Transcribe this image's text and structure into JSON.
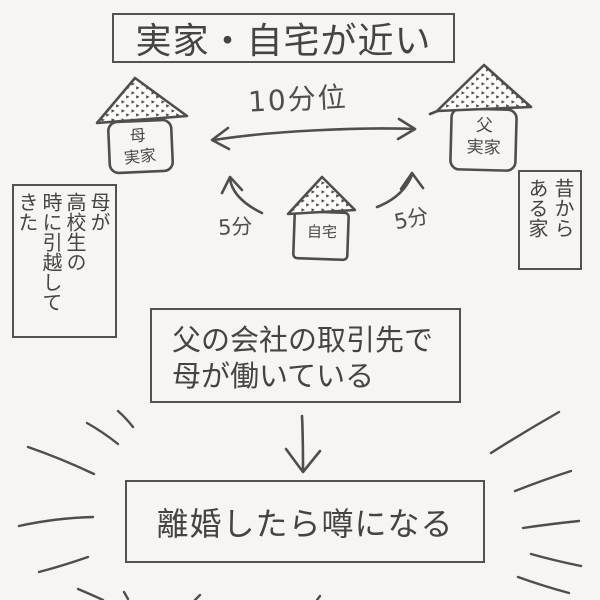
{
  "colors": {
    "background": "#f7f5f1",
    "ink": "#4f4e4c"
  },
  "title": "実家・自宅が近い",
  "houses": {
    "mother": {
      "lines": [
        "母",
        "実家"
      ]
    },
    "father": {
      "lines": [
        "父",
        "実家"
      ]
    },
    "home": {
      "label": "自宅"
    }
  },
  "distances": {
    "between_family_homes": "10分位",
    "home_to_mother": "5分",
    "home_to_father": "5分"
  },
  "left_note": {
    "columns": [
      "母が",
      "高校生の",
      "時に引越して",
      "きた"
    ]
  },
  "right_note": {
    "columns": [
      "昔から",
      "ある家"
    ]
  },
  "work_box": {
    "lines": [
      "父の会社の取引先で",
      "母が働いている"
    ]
  },
  "result_box": "離婚したら噂になる"
}
